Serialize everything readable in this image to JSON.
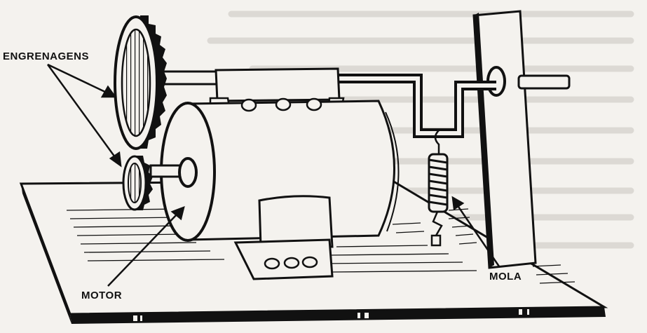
{
  "labels": {
    "gears": "ENGRENAGENS",
    "motor": "MOTOR",
    "spring": "MOLA"
  },
  "colors": {
    "ink": "#111111",
    "paper": "#f4f2ee"
  }
}
